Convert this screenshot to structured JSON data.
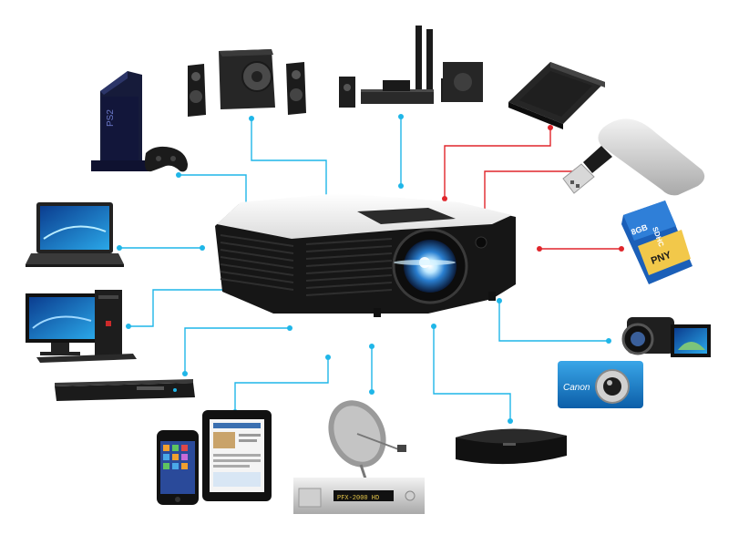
{
  "colors": {
    "connector_blue": "#1fb6e8",
    "connector_red": "#e0252b",
    "background": "#ffffff",
    "device_black": "#141414",
    "projector_white": "#f2f2f2"
  },
  "projector": {
    "icon": "projector-icon"
  },
  "devices": [
    {
      "name": "game-console",
      "icon": "game-console-icon",
      "connector": "blue"
    },
    {
      "name": "speakers",
      "icon": "speaker-set-icon",
      "connector": "blue"
    },
    {
      "name": "home-theater",
      "icon": "home-theater-icon",
      "connector": "blue"
    },
    {
      "name": "external-hard-drive",
      "icon": "hard-drive-icon",
      "connector": "red"
    },
    {
      "name": "usb-flash-drive",
      "icon": "usb-drive-icon",
      "connector": "red"
    },
    {
      "name": "sd-card",
      "icon": "sd-card-icon",
      "connector": "red"
    },
    {
      "name": "camcorder",
      "icon": "camcorder-icon",
      "connector": "blue"
    },
    {
      "name": "digital-camera",
      "icon": "camera-icon",
      "connector": "blue"
    },
    {
      "name": "media-box",
      "icon": "media-box-icon",
      "connector": "blue"
    },
    {
      "name": "satellite-receiver",
      "icon": "satellite-dish-icon",
      "connector": "blue"
    },
    {
      "name": "tablet",
      "icon": "tablet-icon",
      "connector": "blue"
    },
    {
      "name": "smartphone",
      "icon": "smartphone-icon",
      "connector": "blue"
    },
    {
      "name": "dvd-player",
      "icon": "dvd-player-icon",
      "connector": "blue"
    },
    {
      "name": "desktop-pc",
      "icon": "desktop-pc-icon",
      "connector": "blue"
    },
    {
      "name": "laptop",
      "icon": "laptop-icon",
      "connector": "blue"
    }
  ],
  "brand_texts": {
    "ps2": "PS2",
    "sd_size": "8GB",
    "sd_type": "SDHC",
    "sd_brand": "PNY",
    "camera_brand": "Canon",
    "receiver_model": "PFX-2000 HD"
  }
}
